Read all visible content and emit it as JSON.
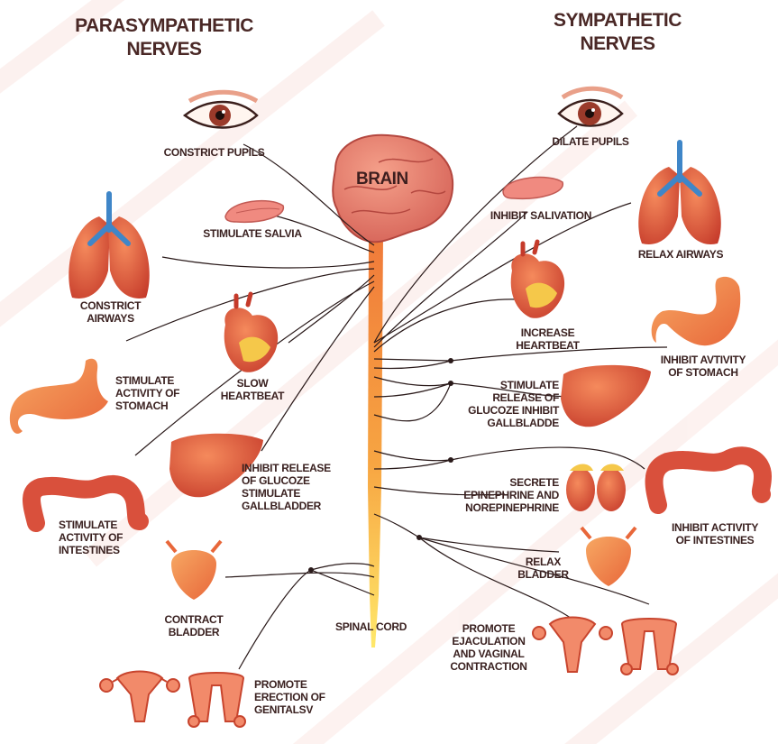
{
  "headers": {
    "parasympathetic": "PARASYMPATHETIC NERVES",
    "sympathetic": "SYMPATHETIC NERVES"
  },
  "center": {
    "brain": "BRAIN",
    "spinal_cord": "SPINAL CORD"
  },
  "parasympathetic_labels": {
    "pupils": "CONSTRICT PUPILS",
    "saliva": "STIMULATE SALVIA",
    "airways": "CONSTRICT AIRWAYS",
    "heart": "SLOW HEARTBEAT",
    "stomach": "STIMULATE ACTIVITY OF STOMACH",
    "liver": "INHIBIT RELEASE OF GLUCOZE STIMULATE GALLBLADDER",
    "intestines": "STIMULATE ACTIVITY OF INTESTINES",
    "bladder": "CONTRACT BLADDER",
    "genitals": "PROMOTE ERECTION OF GENITALSV"
  },
  "sympathetic_labels": {
    "pupils": "DILATE PUPILS",
    "saliva": "INHIBIT SALIVATION",
    "airways": "RELAX AIRWAYS",
    "heart": "INCREASE HEARTBEAT",
    "stomach": "INHIBIT AVTIVITY OF STOMACH",
    "liver": "STIMULATE RELEASE OF GLUCOZE INHIBIT GALLBLADDE",
    "adrenal": "SECRETE EPINEPHRINE AND NOREPINEPHRINE",
    "intestines": "INHIBIT ACTIVITY OF INTESTINES",
    "bladder": "RELAX BLADDER",
    "genitals": "PROMOTE EJACULATION AND VAGINAL CONTRACTION"
  },
  "colors": {
    "text": "#3a2120",
    "organ": "#e0573f",
    "organ_light": "#f6a277",
    "airway": "#3f86c8",
    "spine_top": "#f07a3a",
    "spine_bottom": "#ffe55a",
    "line": "#2a1a1a"
  }
}
